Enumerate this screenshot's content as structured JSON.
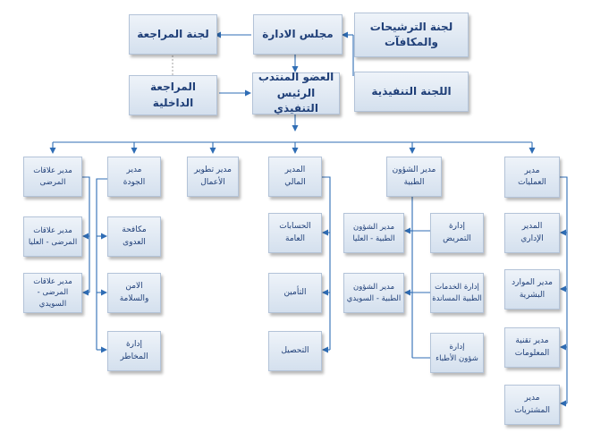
{
  "boxes": {
    "nominations": "لجنة الترشيحات\nوالمكافآت",
    "board": "مجلس الادارة",
    "audit_committee": "لجنة المراجعة",
    "executive_committee": "اللجنة التنفيذية",
    "ceo": "العضو المنتدب\nالرئيس التنفيذي",
    "internal_audit": "المراجعة الداخلية",
    "operations": "مدير\nالعمليات",
    "admin": "المدير\nالإداري",
    "hr": "مدير الموارد\nالبشرية",
    "it": "مدير تقنية\nالمعلومات",
    "procurement": "مدير\nالمشتريات",
    "medical_affairs": "مدير الشؤون\nالطبية",
    "nursing": "إدارة\nالتمريض",
    "support_services": "إدارة الخدمات\nالطبية المساندة",
    "physicians": "إدارة\nشؤون الأطباء",
    "medical_olaya": "مدير الشؤون\nالطبية - العليا",
    "medical_suwaidi": "مدير الشؤون\nالطبية - السويدي",
    "finance": "المدير\nالمالي",
    "general_accounts": "الحسابات\nالعامة",
    "insurance": "التأمين",
    "collection": "التحصيل",
    "business_dev": "مدير تطوير\nالأعمال",
    "quality": "مدير\nالجودة",
    "infection": "مكافحة\nالعدوى",
    "safety": "الامن\nوالسلامة",
    "risk": "إدارة\nالمخاطر",
    "patient_relations": "مدير علاقات\nالمرضى",
    "patient_olaya": "مدير علاقات\nالمرضى - العليا",
    "patient_suwaidi": "مدير علاقات\nالمرضى - السويدي"
  },
  "colors": {
    "line": "#2f6db5",
    "dotted": "#aaaaaa",
    "box_text": "#1f3f78"
  }
}
